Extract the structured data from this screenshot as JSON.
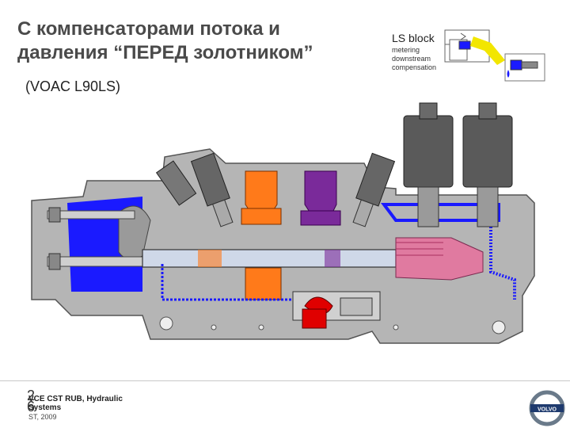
{
  "slide": {
    "title_line1": "С компенсаторами потока и",
    "title_line2": "давления “ПЕРЕД золотником”",
    "subtitle": "(VOAC L90LS)"
  },
  "ls_block": {
    "title": "LS block",
    "desc_lines": [
      "metering",
      "downstream",
      "compensation"
    ]
  },
  "footer": {
    "page_digits": "2",
    "page_digits2": "6",
    "org_line1": "VCE CST RUB, Hydraulic",
    "org_line2": "Systems",
    "date": "ST, 2009",
    "logo_text": "VOLVO"
  },
  "colors": {
    "tank": "#1a1aff",
    "orange": "#ff7a1a",
    "purple": "#7a2a9a",
    "pink": "#e07aa0",
    "red": "#e00000",
    "housing": "#b0b0b0",
    "yellow": "#f2e600"
  },
  "icons": [
    "schematic-symbol-icon",
    "arrow-icon",
    "valve-icon",
    "volvo-logo"
  ]
}
